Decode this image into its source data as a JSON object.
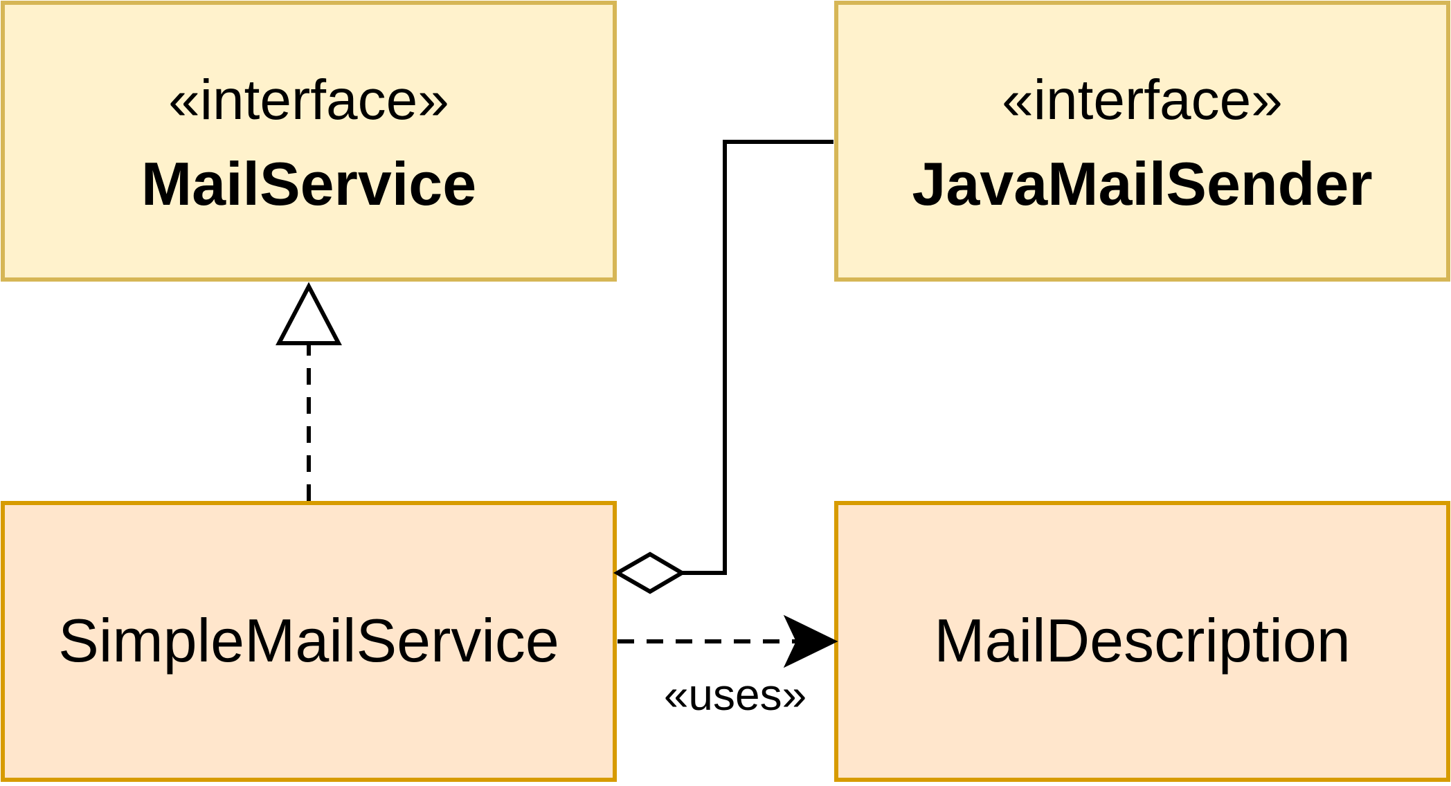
{
  "diagram": {
    "classes": {
      "mail_service": {
        "stereotype": "«interface»",
        "name": "MailService",
        "fill": "#fff2cc",
        "stroke": "#d6b656"
      },
      "java_mail_sender": {
        "stereotype": "«interface»",
        "name": "JavaMailSender",
        "fill": "#fff2cc",
        "stroke": "#d6b656"
      },
      "simple_mail_service": {
        "name": "SimpleMailService",
        "fill": "#ffe6cc",
        "stroke": "#d79b00"
      },
      "mail_description": {
        "name": "MailDescription",
        "fill": "#ffe6cc",
        "stroke": "#d79b00"
      }
    },
    "relations": {
      "realization": {
        "from": "SimpleMailService",
        "to": "MailService",
        "kind": "realization"
      },
      "aggregation": {
        "from": "JavaMailSender",
        "to": "SimpleMailService",
        "kind": "aggregation"
      },
      "dependency": {
        "from": "SimpleMailService",
        "to": "MailDescription",
        "kind": "dependency",
        "label": "«uses»"
      }
    }
  }
}
